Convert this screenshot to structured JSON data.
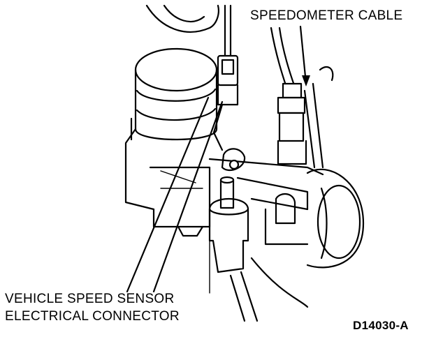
{
  "labels": {
    "speedometer_cable": "SPEEDOMETER CABLE",
    "vss_line1": "VEHICLE SPEED SENSOR",
    "vss_line2": "ELECTRICAL CONNECTOR",
    "figure_id": "D14030-A"
  }
}
